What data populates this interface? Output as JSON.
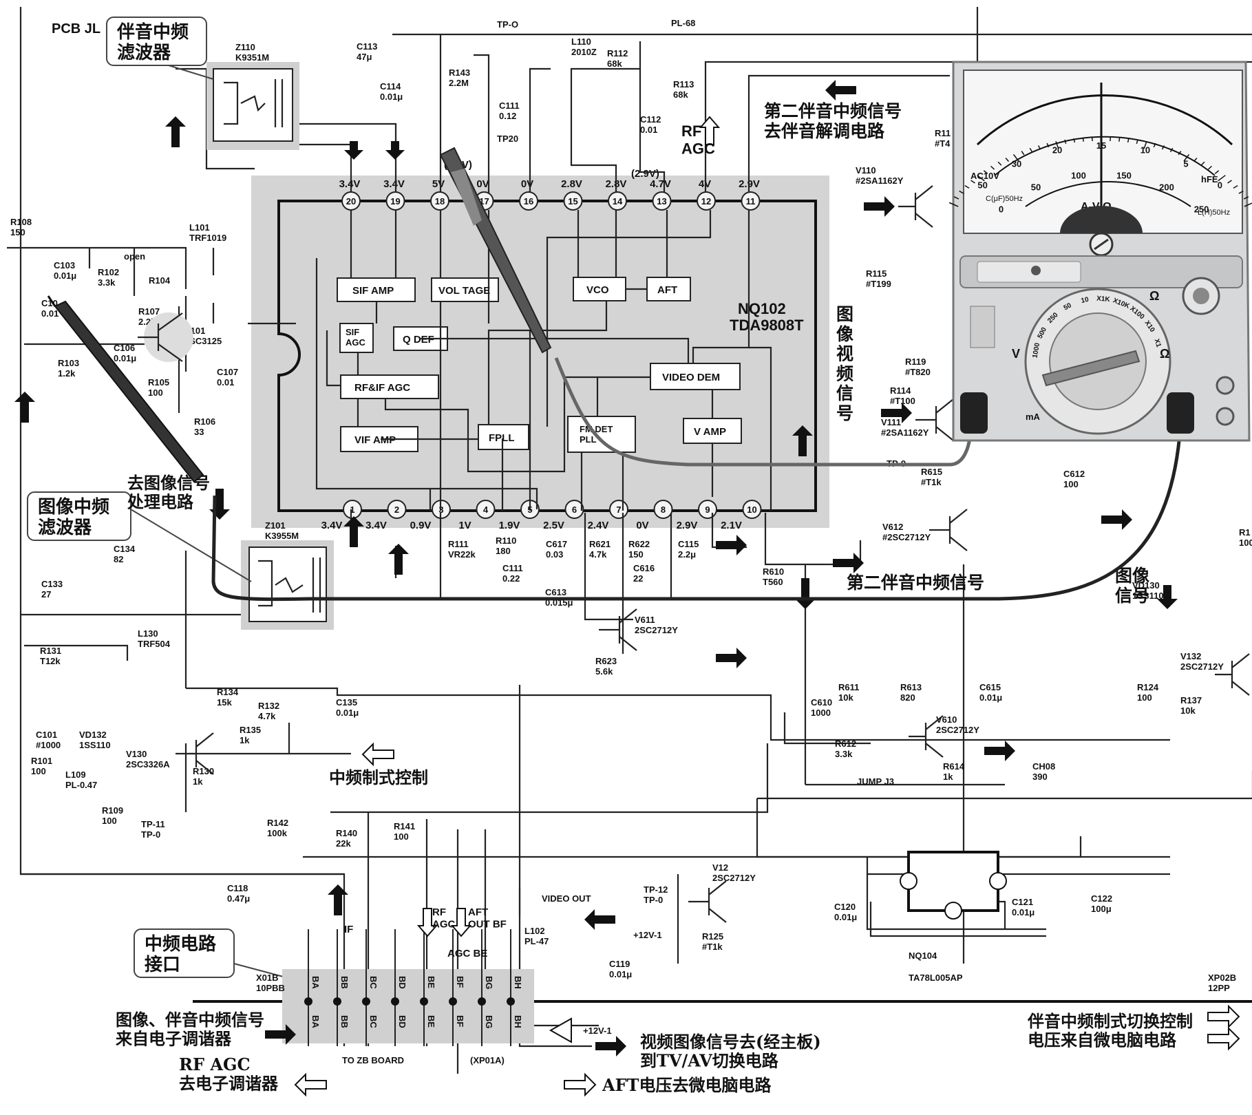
{
  "board": {
    "title": "PCB JL",
    "connector_left": "X01B\n10PBB",
    "connector_right": "XP02B\n12PP"
  },
  "callouts": {
    "sound_if_filter": "伴音中频\n滤波器",
    "video_if_filter": "图像中频\n滤波器",
    "if_interface": "中频电路\n接口"
  },
  "ic": {
    "ref": "NQ102",
    "part": "TDA9808T",
    "top_pins": [
      {
        "num": "20",
        "v": "3.4V"
      },
      {
        "num": "19",
        "v": "3.4V"
      },
      {
        "num": "18",
        "v": "5V"
      },
      {
        "num": "17",
        "v": "0V"
      },
      {
        "num": "16",
        "v": "0V"
      },
      {
        "num": "15",
        "v": "2.8V"
      },
      {
        "num": "14",
        "v": "2.8V"
      },
      {
        "num": "13",
        "v": "4.7V"
      },
      {
        "num": "12",
        "v": "4V"
      },
      {
        "num": "11",
        "v": "2.9V"
      }
    ],
    "top_alt": {
      "p17": "(2.8V)",
      "p13": "(2.9V)"
    },
    "bottom_pins": [
      {
        "num": "1",
        "v": "3.4V"
      },
      {
        "num": "2",
        "v": "3.4V"
      },
      {
        "num": "3",
        "v": "0.9V"
      },
      {
        "num": "4",
        "v": "1V"
      },
      {
        "num": "5",
        "v": "1.9V"
      },
      {
        "num": "6",
        "v": "2.5V"
      },
      {
        "num": "7",
        "v": "2.4V"
      },
      {
        "num": "8",
        "v": "0V"
      },
      {
        "num": "9",
        "v": "2.9V"
      },
      {
        "num": "10",
        "v": "2.1V"
      }
    ],
    "blocks": {
      "sif_amp": "SIF AMP",
      "voltage": "VOL TAGE",
      "vco": "VCO",
      "aft": "AFT",
      "sif_agc": "SIF\nAGC",
      "q_def": "Q DEF",
      "rf_if_agc": "RF&IF AGC",
      "video_dem": "VIDEO DEM",
      "vif_amp": "VIF AMP",
      "fpll": "FPLL",
      "fm_det": "FM DET\nPLL",
      "v_amp": "V AMP"
    }
  },
  "components": {
    "z110": "Z110\nK9351M",
    "z101": "Z101\nK3955M",
    "c113": "C113\n47μ",
    "c114": "C114\n0.01μ",
    "r143": "R143\n2.2M",
    "c111t": "C111\n0.12",
    "tp20": "TP20",
    "l110": "L110\n2010Z",
    "r112": "R112\n68k",
    "r113": "R113\n68k",
    "c112": "C112\n0.01",
    "tp_o": "TP-O",
    "pl68": "PL-68",
    "r108": "R108\n150",
    "c103": "C103\n0.01μ",
    "r102": "R102\n3.3k",
    "open": "open",
    "l101": "L101\nTRF1019",
    "r104": "R104",
    "r107": "R107\n2.2k",
    "v101": "V101\n2SC3125",
    "c10x": "C10\n0.01",
    "c106": "C106\n0.01μ",
    "r103": "R103\n1.2k",
    "r105": "R105\n100",
    "c107": "C107\n0.01",
    "r106": "R106\n33",
    "c134": "C134\n82",
    "c133": "C133\n27",
    "l130": "L130\nTRF504",
    "r131": "R131\nT12k",
    "r111": "R111\nVR22k",
    "r110": "R110\n180",
    "c617": "C617\n0.03",
    "c111b": "C111\n0.22",
    "r621": "R621\n4.7k",
    "r622": "R622\n150",
    "c616": "C616\n22",
    "c115": "C115\n2.2μ",
    "c613": "C613\n0.015μ",
    "v611": "V611\n2SC2712Y",
    "r623": "R623\n5.6k",
    "r610": "R610\nT560",
    "r134": "R134\n15k",
    "c135": "C135\n0.01μ",
    "r132": "R132\n4.7k",
    "r135": "R135\n1k",
    "c101": "C101\n#1000",
    "vd132": "VD132\n1SS110",
    "v130": "V130\n2SC3326A",
    "r101": "R101\n100",
    "r130": "R130\n1k",
    "l109": "L109\nPL-0.47",
    "r109": "R109\n100",
    "tp11": "TP-11\nTP-0",
    "r142": "R142\n100k",
    "r140": "R140\n22k",
    "r141": "R141\n100",
    "c118": "C118\n0.47μ",
    "r611": "R611\n10k",
    "r613": "R613\n820",
    "c615": "C615\n0.01μ",
    "c610": "C610\n1000",
    "r612": "R612\n3.3k",
    "v610": "V610\n2SC2712Y",
    "r614": "R614\n1k",
    "jump": "JUMP J3",
    "ch08": "CH08\n390",
    "v110": "V110\n#2SA1162Y",
    "r11x": "R11\n#T4",
    "r115": "R115\n#T199",
    "r119": "R119\n#T820",
    "r114": "R114\n#T100",
    "v111": "V111\n#2SA1162Y",
    "tp9": "TP-9",
    "r615": "R615\n#T1k",
    "c612": "C612\n100",
    "v612": "V612\n#2SC2712Y",
    "vd130": "VD130\n1SS110",
    "v132": "V132\n2SC2712Y",
    "r124": "R124\n100",
    "r137": "R137\n10k",
    "r1x": "R1\n100",
    "v12": "V12\n2SC2712Y",
    "tp12": "TP-12\nTP-0",
    "video_out": "VIDEO OUT",
    "l102": "L102\nPL-47",
    "plus12": "+12V-1",
    "r125": "R125\n#T1k",
    "c119": "C119\n0.01μ",
    "c120": "C120\n0.01μ",
    "c121": "C121\n0.01μ",
    "c122": "C122\n100μ",
    "nq104": "NQ104",
    "ta78": "TA78L005AP"
  },
  "connector_pins": [
    "BA",
    "BB",
    "BC",
    "BD",
    "BE",
    "BF",
    "BG",
    "BH"
  ],
  "signals": {
    "if": "IF",
    "rf_agc": "RF\nAGC",
    "agc_be": "AGC BE",
    "aft_out": "AFT\nOUT BF",
    "rf_agc_top": "RF\nAGC",
    "plus12_out": "+12V-1",
    "to_zb": "TO ZB BOARD",
    "xp01a": "(XP01A)"
  },
  "annotations": {
    "sound_if_out": "第二伴音中频信号\n去伴音解调电路",
    "video_signal_vert": "图\n像\n视\n频\n信\n号",
    "to_video_proc": "去图像信号\n处理电路",
    "second_sound_if": "第二伴音中频信号",
    "video_signal": "图像\n信号",
    "if_system_ctrl": "中频制式控制",
    "input_from_tuner": "图像、伴音中频信号\n来自电子调谐器",
    "rf_agc_to_tuner": "RF AGC\n去电子调谐器",
    "video_to_main": "视频图像信号去(经主板)\n到TV/AV切换电路",
    "aft_to_mcu": "AFT电压去微电脑电路",
    "sound_sys_switch": "伴音中频制式切换控制\n电压来自微电脑电路"
  },
  "meter": {
    "scale_top": [
      "50",
      "30",
      "20",
      "15",
      "10",
      "5",
      "0"
    ],
    "scale_mid": [
      "0",
      "50",
      "100",
      "150",
      "200",
      "250"
    ],
    "acv": "AC10V",
    "cap_label": "C(μF)50Hz",
    "l_label": "L(H)50Hz",
    "hfe": "hFE",
    "omega_v": "A-V-Ω",
    "range_labels": [
      "1000",
      "500",
      "250",
      "50",
      "10",
      "X1K",
      "X10K",
      "X100",
      "X10",
      "X1"
    ],
    "v_mark": "V",
    "omega_mark": "Ω",
    "ma_mark": "mA"
  }
}
